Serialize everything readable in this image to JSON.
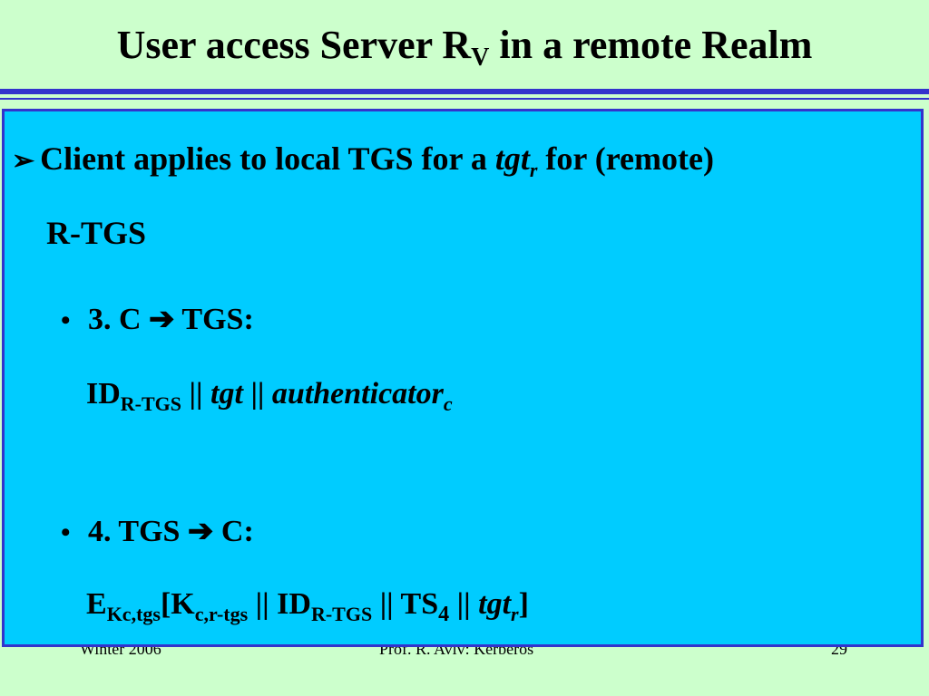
{
  "slide": {
    "title_main": "User access Server R",
    "title_sub": "V",
    "title_rest": " in a remote Realm"
  },
  "footer": {
    "left": "Winter 2006",
    "center": "Prof. R. Aviv: Kerberos",
    "right": "29"
  },
  "content": {
    "bullet_main_marker": "➢",
    "bullet_main_pre": "Client applies to local TGS for a ",
    "bullet_main_tgt": "tgt",
    "bullet_main_tgt_sub": "r",
    "bullet_main_post": " for (remote)",
    "bullet_main_line2": "R-TGS",
    "step3_bullet": "•",
    "step3_head": "3. C ➔ TGS:",
    "step3_id": "ID",
    "step3_id_sub": "R-TGS",
    "step3_sep1": " || ",
    "step3_tgt": "tgt",
    "step3_sep2": " || ",
    "step3_auth": "authenticator",
    "step3_auth_sub": "c",
    "step4_bullet": "•",
    "step4_head": "4. TGS  ➔  C:",
    "step4_E": "E",
    "step4_E_sub": "Kc,tgs",
    "step4_open": "[K",
    "step4_K_sub": "c,r-tgs",
    "step4_sep1": " || ID",
    "step4_id_sub": "R-TGS",
    "step4_sep2": " || TS",
    "step4_ts_sub": "4",
    "step4_sep3": " || ",
    "step4_tgt": "tgt",
    "step4_tgt_sub": "r",
    "step4_close": "]"
  }
}
